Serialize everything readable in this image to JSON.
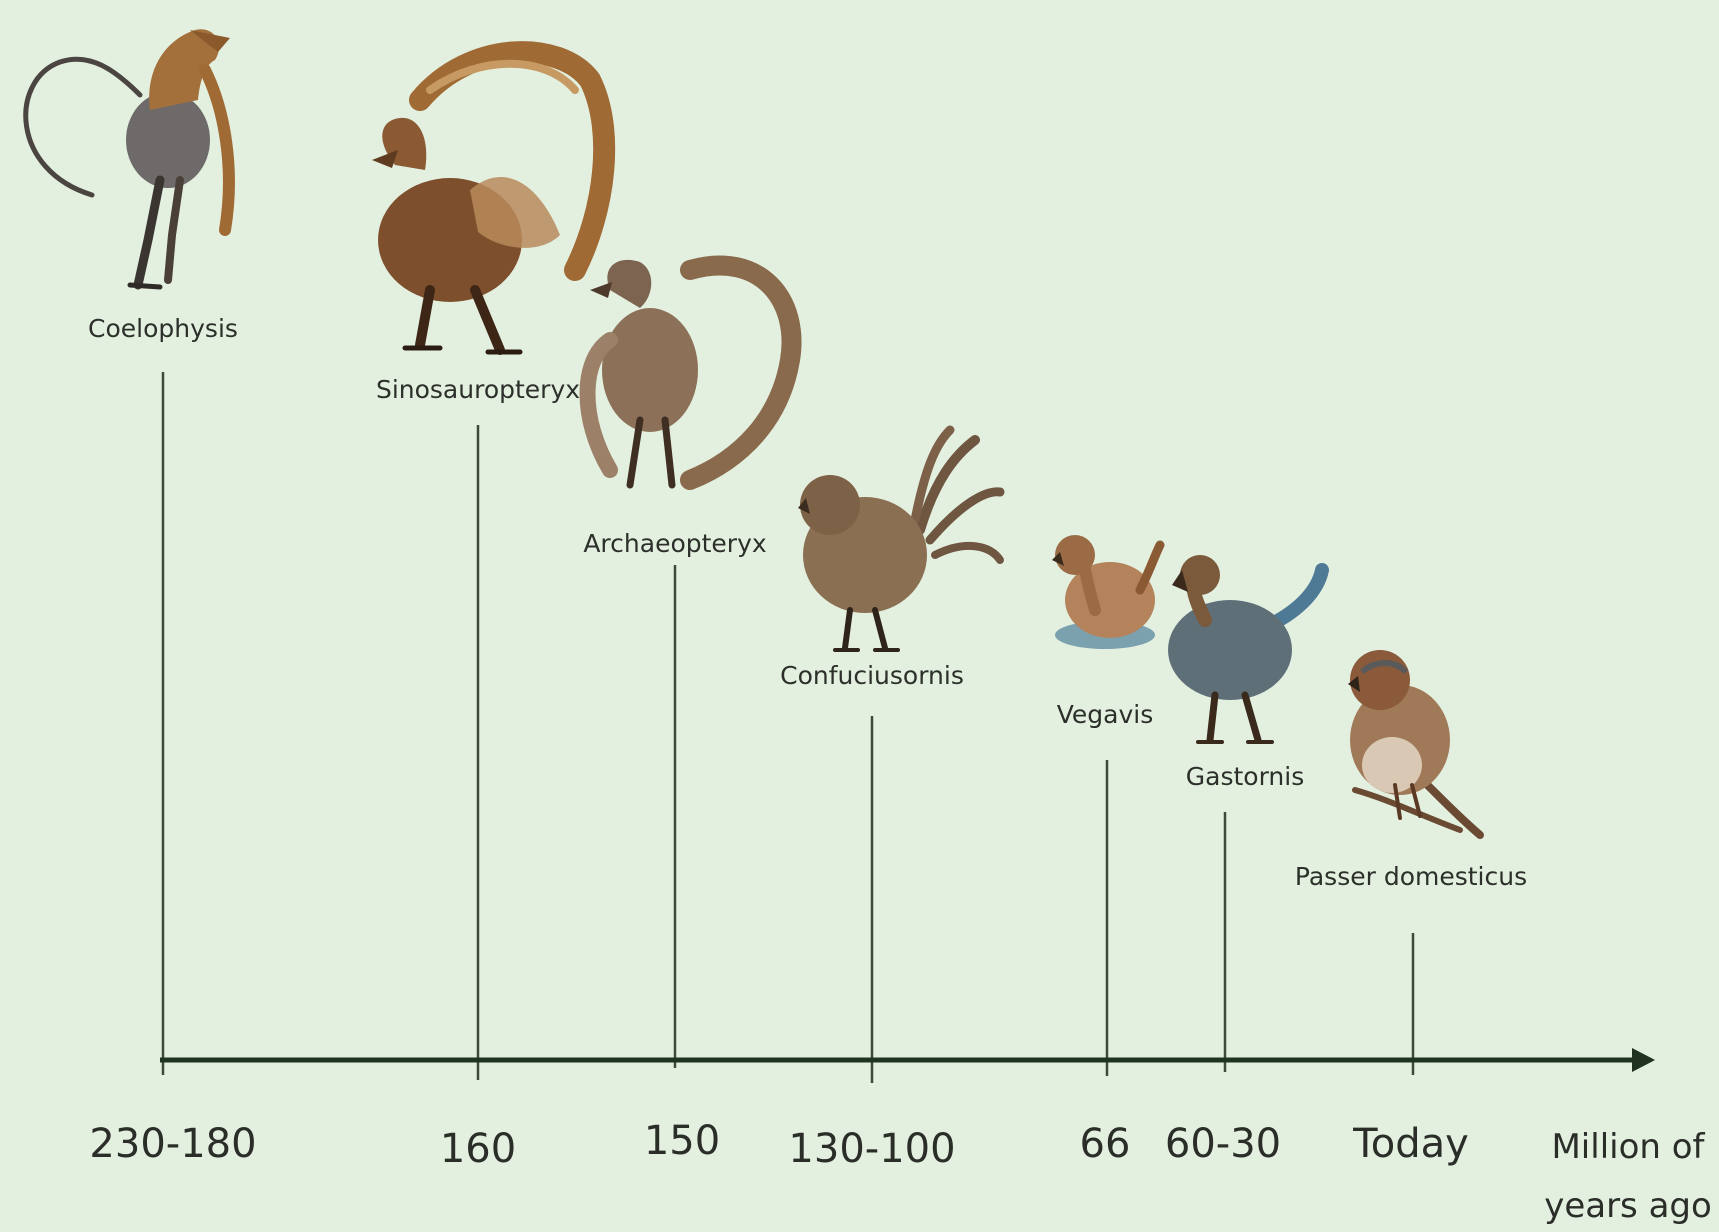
{
  "timeline": {
    "unit_label_line1": "Million of",
    "unit_label_line2": "years ago",
    "entries": [
      {
        "name": "Coelophysis",
        "date": "230-180",
        "icon": "coelophysis-icon",
        "color": "#7a5a3a"
      },
      {
        "name": "Sinosauropteryx",
        "date": "160",
        "icon": "sinosauropteryx-icon",
        "color": "#8b5a32"
      },
      {
        "name": "Archaeopteryx",
        "date": "150",
        "icon": "archaeopteryx-icon",
        "color": "#7d6450"
      },
      {
        "name": "Confuciusornis",
        "date": "130-100",
        "icon": "confuciusornis-icon",
        "color": "#8a6f52"
      },
      {
        "name": "Vegavis",
        "date": "66",
        "icon": "vegavis-icon",
        "color": "#9a6b45"
      },
      {
        "name": "Gastornis",
        "date": "60-30",
        "icon": "gastornis-icon",
        "color": "#5f6f78"
      },
      {
        "name": "Passer domesticus",
        "date": "Today",
        "icon": "sparrow-icon",
        "color": "#8a5a3a"
      }
    ]
  },
  "colors": {
    "background": "#e3f0e0",
    "axis": "#1f3320",
    "stem": "#3d4a3a"
  }
}
